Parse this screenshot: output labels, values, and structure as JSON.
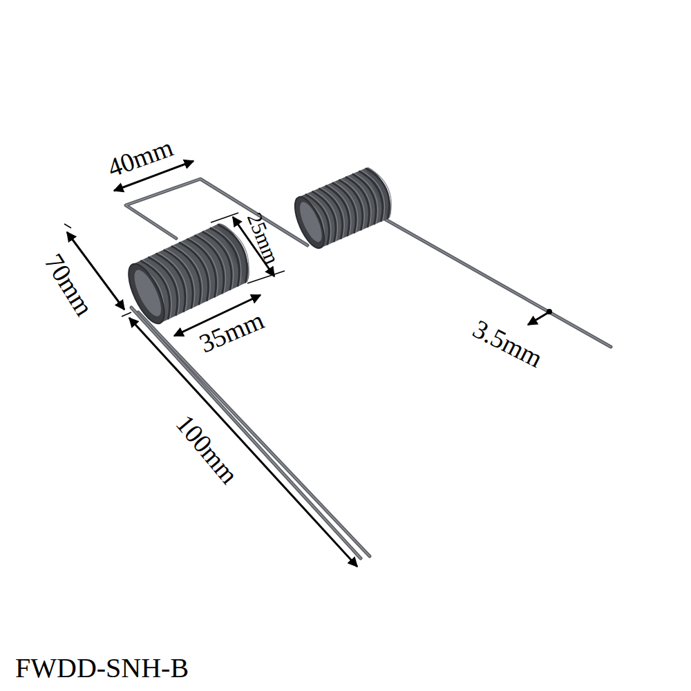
{
  "diagram": {
    "labels": [
      "40mm",
      "25mm",
      "70mm",
      "35mm",
      "100mm",
      "3.5mm",
      "FWDD-SNH-B"
    ]
  }
}
